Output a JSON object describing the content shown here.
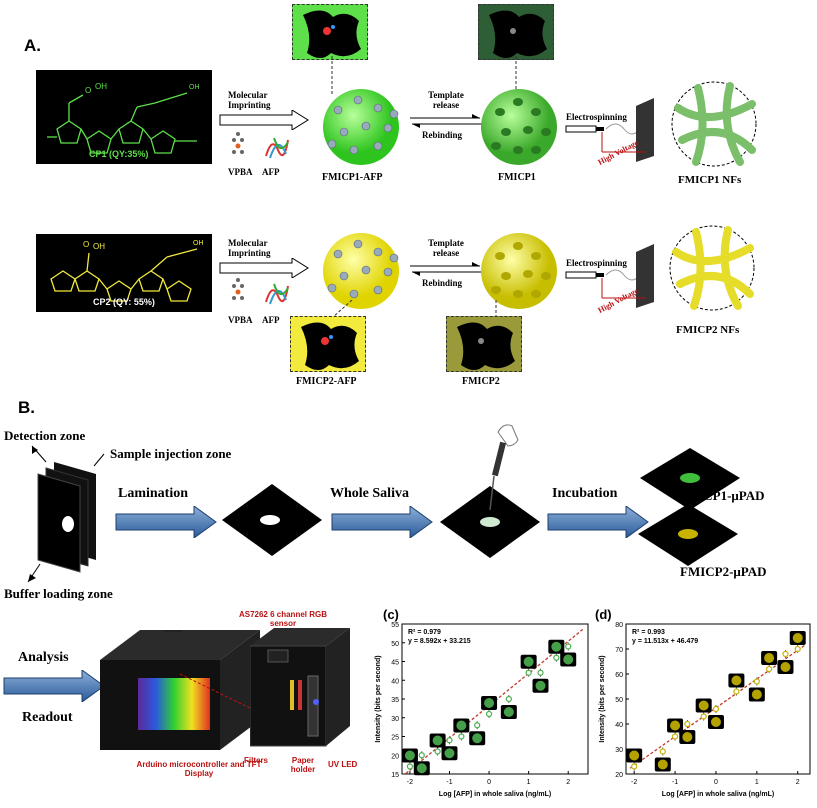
{
  "panelA": {
    "label": "A.",
    "cp1_caption": "CP1 (QY:35%)",
    "cp2_caption": "CP2 (QY: 55%)",
    "molecular_imprinting": "Molecular Imprinting",
    "vpba": "VPBA",
    "afp": "AFP",
    "template_release": "Template release",
    "rebinding": "Rebinding",
    "electrospinning": "Electrospinning",
    "high_voltage": "High Voltage",
    "fmicp1_afp": "FMICP1-AFP",
    "fmicp1": "FMICP1",
    "fmicp1_nfs": "FMICP1 NFs",
    "fmicp2_afp": "FMICP2-AFP",
    "fmicp2": "FMICP2",
    "fmicp2_nfs": "FMICP2 NFs",
    "colors": {
      "green": "#5ee04a",
      "yellow": "#f2ea3c",
      "fiber_green": "#7cbf6a",
      "fiber_yellow": "#e6dc2a"
    }
  },
  "panelB": {
    "label": "B.",
    "detection_zone": "Detection zone",
    "sample_injection_zone": "Sample injection zone",
    "buffer_loading_zone": "Buffer loading zone",
    "lamination": "Lamination",
    "whole_saliva": "Whole Saliva",
    "incubation": "Incubation",
    "fmicp1_upad": "FMICP1-μPAD",
    "fmicp2_upad": "FMICP2-μPAD",
    "analysis": "Analysis",
    "readout": "Readout",
    "sensor_label": "AS7262 6 channel RGB sensor",
    "arduino_label": "Arduino microcontroller and TFT Display",
    "filters": "Filters",
    "paper_holder": "Paper holder",
    "uv_led": "UV LED"
  },
  "chart_data": [
    {
      "type": "scatter",
      "panel": "(c)",
      "xlabel": "Log [AFP] in whole saliva (ng/mL)",
      "ylabel": "Intensity (bits per second)",
      "xlim": [
        -2.2,
        2.5
      ],
      "ylim": [
        15,
        55
      ],
      "xticks": [
        -2,
        -1,
        0,
        1,
        2
      ],
      "yticks": [
        15,
        20,
        25,
        30,
        35,
        40,
        45,
        50,
        55
      ],
      "r2": "R² = 0.979",
      "equation": "y = 8.592x + 33.215",
      "x": [
        -2,
        -1.7,
        -1.3,
        -1,
        -0.7,
        -0.3,
        0,
        0.5,
        1,
        1.3,
        1.7,
        2
      ],
      "y": [
        17,
        20,
        21,
        24,
        25,
        28,
        31,
        35,
        42,
        42,
        46,
        49
      ],
      "fit": {
        "slope": 8.592,
        "intercept": 33.215
      },
      "color": "#4caf50"
    },
    {
      "type": "scatter",
      "panel": "(d)",
      "xlabel": "Log [AFP] in whole saliva (ng/mL)",
      "ylabel": "Intensity (bits per second)",
      "xlim": [
        -2.2,
        2.3
      ],
      "ylim": [
        20,
        80
      ],
      "xticks": [
        -2,
        -1,
        0,
        1,
        2
      ],
      "yticks": [
        20,
        30,
        40,
        50,
        60,
        70,
        80
      ],
      "r2": "R² = 0.993",
      "equation": "y = 11.513x + 46.479",
      "x": [
        -2,
        -1.3,
        -1,
        -0.7,
        -0.3,
        0,
        0.5,
        1,
        1.3,
        1.7,
        2
      ],
      "y": [
        23,
        29,
        35,
        40,
        43,
        46,
        53,
        57,
        62,
        68,
        70
      ],
      "fit": {
        "slope": 11.513,
        "intercept": 46.479
      },
      "color": "#c8b400"
    }
  ]
}
